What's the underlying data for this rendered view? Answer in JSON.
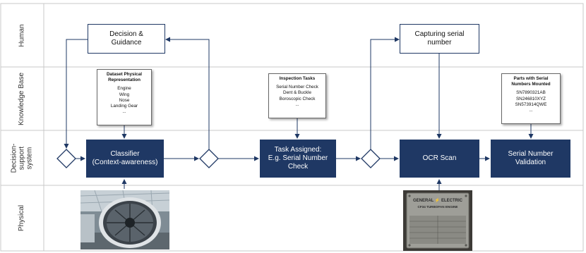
{
  "lanes": [
    {
      "label": "Human"
    },
    {
      "label": "Knowledge Base"
    },
    {
      "label": "Decision-\nsupport\nsystem"
    },
    {
      "label": "Physical"
    }
  ],
  "nodes": {
    "decision_guidance": "Decision &\nGuidance",
    "capturing_serial": "Capturing serial\nnumber",
    "classifier": "Classifier\n(Context-awareness)",
    "task_assigned": "Task Assigned:\nE.g. Serial Number\nCheck",
    "ocr_scan": "OCR Scan",
    "serial_validation": "Serial Number\nValidation"
  },
  "knowledge": {
    "dataset": {
      "title": "Dataset Physical\nRepresentation",
      "items": [
        "Engine",
        "Wing",
        "Nose",
        "Landing Gear",
        "..."
      ]
    },
    "inspection": {
      "title": "Inspection Tasks",
      "items": [
        "Serial Number Check",
        "Dent & Buckle",
        "Boroscopic  Check",
        "..."
      ]
    },
    "parts": {
      "title": "Parts with Serial\nNumbers Mounted",
      "items": [
        "SN7890321AB",
        "SN246810XYZ",
        "SN573914QWE",
        "..."
      ]
    }
  },
  "plate": {
    "brand": "GENERAL ⚡ ELECTRIC",
    "engine": "CF34 TURBOFAN ENGINE"
  },
  "colors": {
    "box_fill": "#1f3864",
    "arrow": "#1f3864",
    "lane_line": "#c9c9c9"
  }
}
